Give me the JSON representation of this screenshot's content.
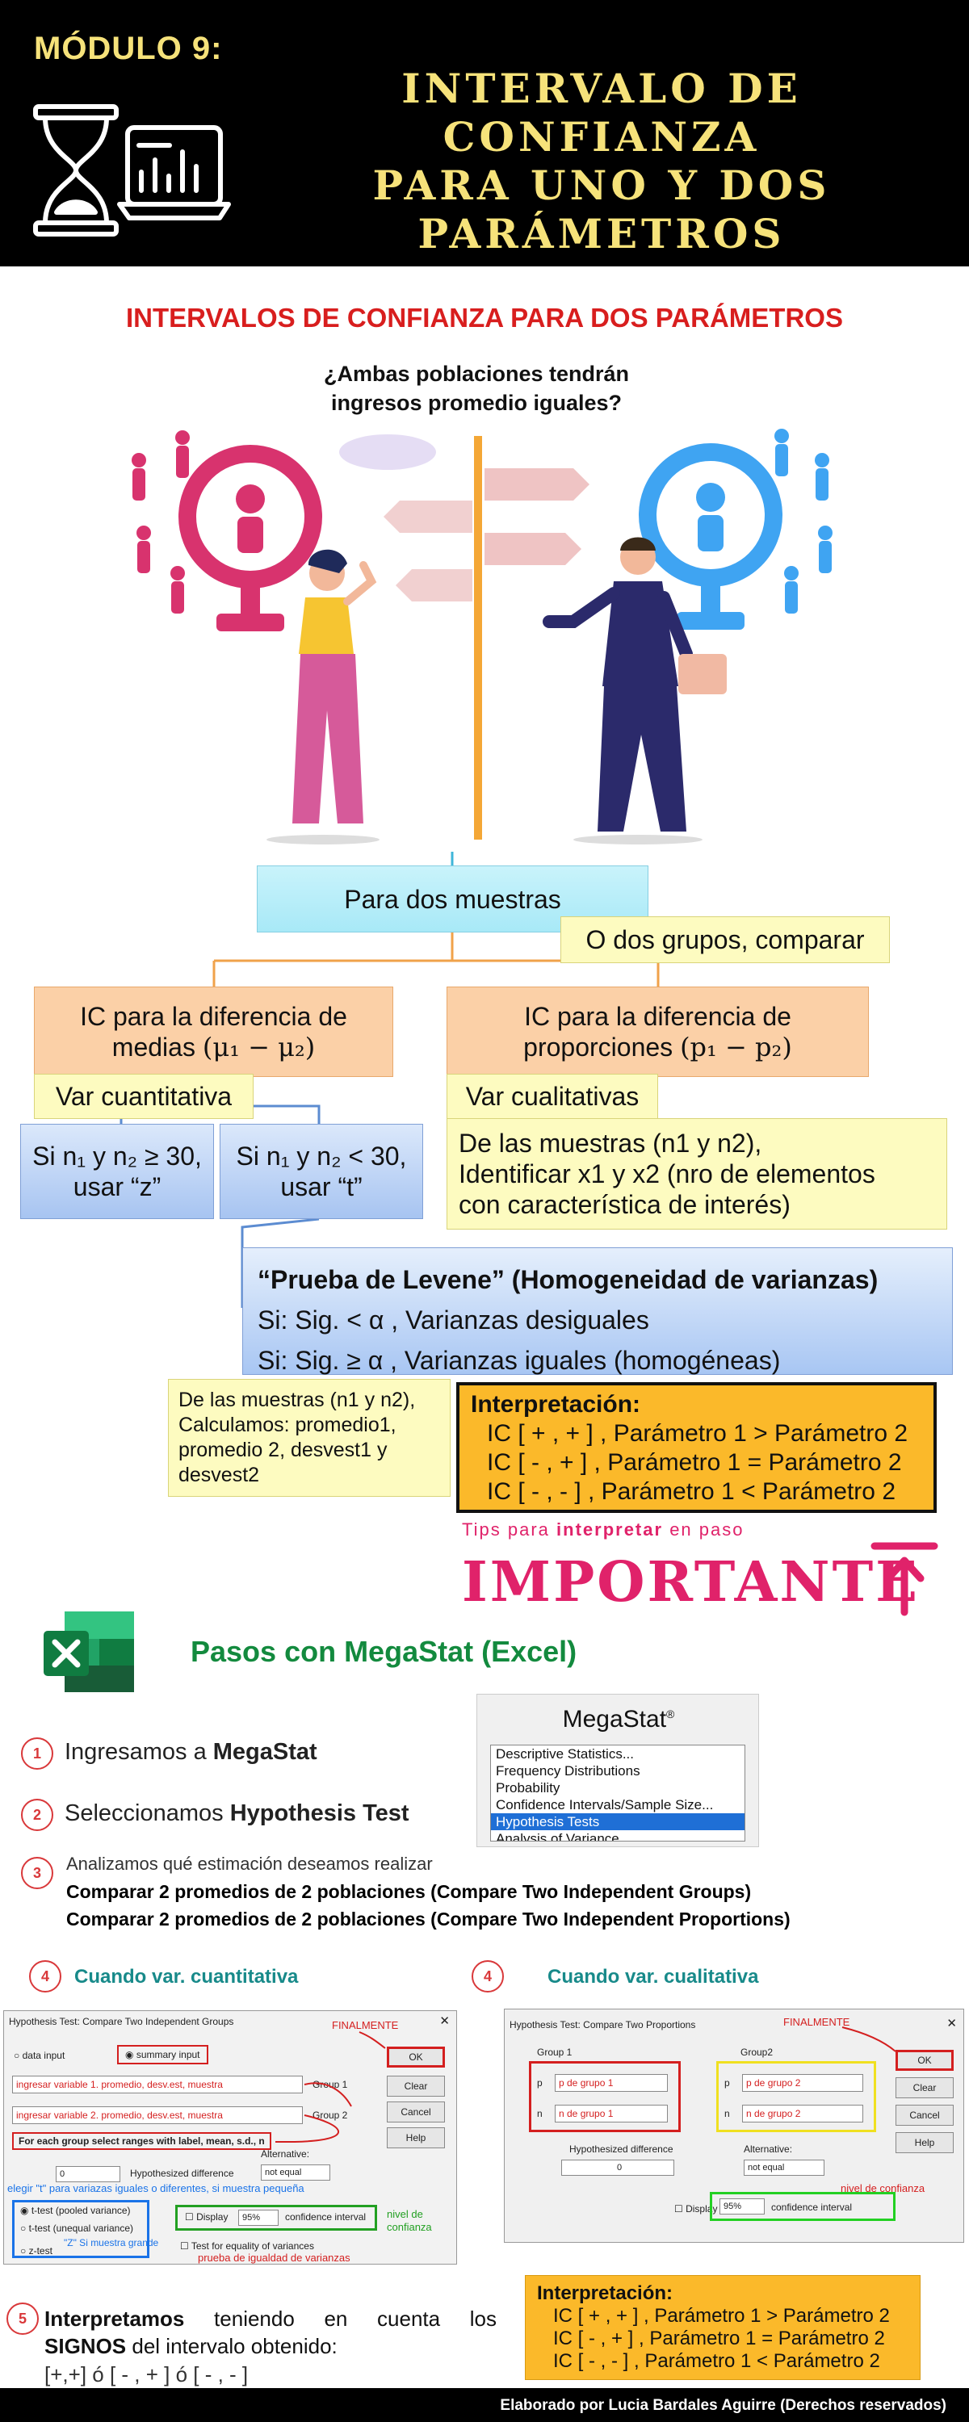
{
  "header": {
    "module": "MÓDULO 9:",
    "title_lines": [
      "INTERVALO DE CONFIANZA",
      "PARA UNO Y DOS",
      "PARÁMETROS"
    ]
  },
  "section_title": "INTERVALOS DE CONFIANZA PARA DOS PARÁMETROS",
  "question": [
    "¿Ambas poblaciones tendrán",
    "ingresos promedio iguales?"
  ],
  "diagram": {
    "top_box": "Para dos muestras",
    "compare_box": "O dos grupos, comparar",
    "left_box": [
      "IC para la diferencia de",
      "medias"
    ],
    "left_formula": "(μ₁ − μ₂)",
    "right_box": [
      "IC para la diferencia de",
      "proporciones"
    ],
    "right_formula": "(p₁ − p₂)",
    "left_type": "Var cuantitativa",
    "right_type": "Var cualitativas",
    "z_box": [
      "Si n₁ y n₂ ≥ 30,",
      "usar “z”"
    ],
    "t_box": [
      "Si n₁ y n₂ < 30,",
      "usar “t”"
    ],
    "right_samples": [
      "De las muestras (n1 y n2),",
      "Identificar x1 y x2 (nro de elementos",
      "con característica de interés)"
    ],
    "levene": {
      "title": "“Prueba de Levene” (Homogeneidad de varianzas)",
      "line1": "Si: Sig. < α , Varianzas desiguales",
      "line2": "Si: Sig. ≥ α , Varianzas iguales (homogéneas)"
    },
    "calc_box": [
      "De las muestras (n1 y n2),",
      "Calculamos: promedio1,",
      "promedio 2, desvest1 y",
      "desvest2"
    ],
    "interpretation": {
      "title": "Interpretación:",
      "lines": [
        "IC [ + , + ] , Parámetro 1 > Parámetro 2",
        "IC [ - , + ] , Parámetro 1 = Parámetro 2",
        "IC [ - , - ] , Parámetro 1 < Parámetro 2"
      ]
    }
  },
  "tips": {
    "prefix": "Tips para",
    "bold": "interpretar",
    "suffix": "en paso"
  },
  "importante": "IMPORTANTE",
  "megastat": {
    "title": "Pasos con MegaStat (Excel)",
    "panel_title": "MegaStat",
    "panel_mark": "®",
    "menu": [
      "Descriptive Statistics...",
      "Frequency Distributions",
      "Probability",
      "Confidence Intervals/Sample Size...",
      "Hypothesis Tests",
      "Analysis of Variance..."
    ]
  },
  "steps": {
    "s1": {
      "num": "1",
      "text": "Ingresamos a",
      "bold": "MegaStat"
    },
    "s2": {
      "num": "2",
      "text": "Seleccionamos",
      "bold": "Hypothesis Test"
    },
    "s3": {
      "num": "3",
      "text": "Analizamos qué estimación deseamos realizar",
      "line1": "Comparar 2 promedios de 2 poblaciones (Compare Two Independent Groups)",
      "line2": "Comparar 2 promedios de 2 poblaciones (Compare Two Independent Proportions)"
    },
    "s4_left": {
      "num": "4",
      "text": "Cuando var. cuantitativa"
    },
    "s4_right": {
      "num": "4",
      "text": "Cuando var. cualitativa"
    },
    "s5": {
      "num": "5",
      "bold1": "Interpretamos",
      "text1": "teniendo en cuenta los",
      "bold2": "SIGNOS",
      "text2": "del intervalo obtenido:",
      "signs": "[+,+] ó [ - , + ] ó [ - , - ]"
    }
  },
  "dialog1": {
    "title": "Hypothesis Test: Compare Two Independent Groups",
    "close": "✕",
    "finalmente": "FINALMENTE",
    "radio_data": "data input",
    "radio_summary": "summary input",
    "field1": "ingresar variable 1. promedio, desv.est, muestra",
    "field2": "ingresar variable 2. promedio, desv.est, muestra",
    "group1": "Group 1",
    "group2": "Group 2",
    "ok": "OK",
    "clear": "Clear",
    "cancel": "Cancel",
    "help": "Help",
    "instruction": "For each group select ranges with label, mean, s.d., n",
    "alternative": "Alternative:",
    "hyp_value": "0",
    "hyp_label": "Hypothesized difference",
    "alt_value": "not equal",
    "blue_note": "elegir \"t\" para variazas iguales o diferentes, si muestra pequeña",
    "t_pooled": "t-test (pooled variance)",
    "t_unequal": "t-test (unequal variance)",
    "z_test": "z-test",
    "blue_note2": "\"Z\" Si muestra grande",
    "display": "Display",
    "conf_value": "95%",
    "conf_label": "confidence interval",
    "nivel": "nivel de confianza",
    "equality": "Test for equality of  variances",
    "prueba": "prueba de igualdad de varianzas"
  },
  "dialog2": {
    "title": "Hypothesis Test: Compare Two Proportions",
    "close": "✕",
    "finalmente": "FINALMENTE",
    "group1": "Group 1",
    "group2": "Group2",
    "p_label": "p",
    "n_label": "n",
    "p1": "p de grupo 1",
    "n1": "n de grupo 1",
    "p2": "p de grupo 2",
    "n2": "n de grupo 2",
    "ok": "OK",
    "clear": "Clear",
    "cancel": "Cancel",
    "help": "Help",
    "hyp_label": "Hypothesized difference",
    "hyp_value": "0",
    "alternative": "Alternative:",
    "alt_value": "not equal",
    "display": "Display",
    "conf_value": "95%",
    "conf_label": "confidence interval",
    "nivel": "nivel de confianza"
  },
  "interp2": {
    "title": "Interpretación:",
    "lines": [
      "IC [ + , + ] , Parámetro 1 > Parámetro 2",
      "IC [ - , + ] , Parámetro 1 = Parámetro 2",
      "IC [ - , - ] , Parámetro 1 < Parámetro 2"
    ]
  },
  "footer": "Elaborado por Lucia Bardales Aguirre (Derechos reservados)",
  "colors": {
    "accent_yellow": "#f6e27a",
    "title_red": "#d81e1e",
    "pink": "#e0226a",
    "excel_green": "#138a3e",
    "orange": "#fbb92a"
  }
}
